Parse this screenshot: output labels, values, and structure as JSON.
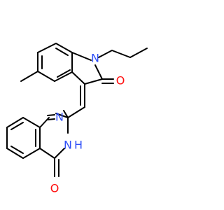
{
  "molecule": {
    "atoms": {
      "n_indole": "N",
      "o_carbonyl_indole": "O",
      "n_quin_1": "N",
      "n_quin_3": "N",
      "h_quin_3": "H",
      "o_quin_4": "O"
    },
    "colors": {
      "nitrogen": "#3050f8",
      "oxygen": "#ff0d0d",
      "bond": "#000000"
    }
  }
}
